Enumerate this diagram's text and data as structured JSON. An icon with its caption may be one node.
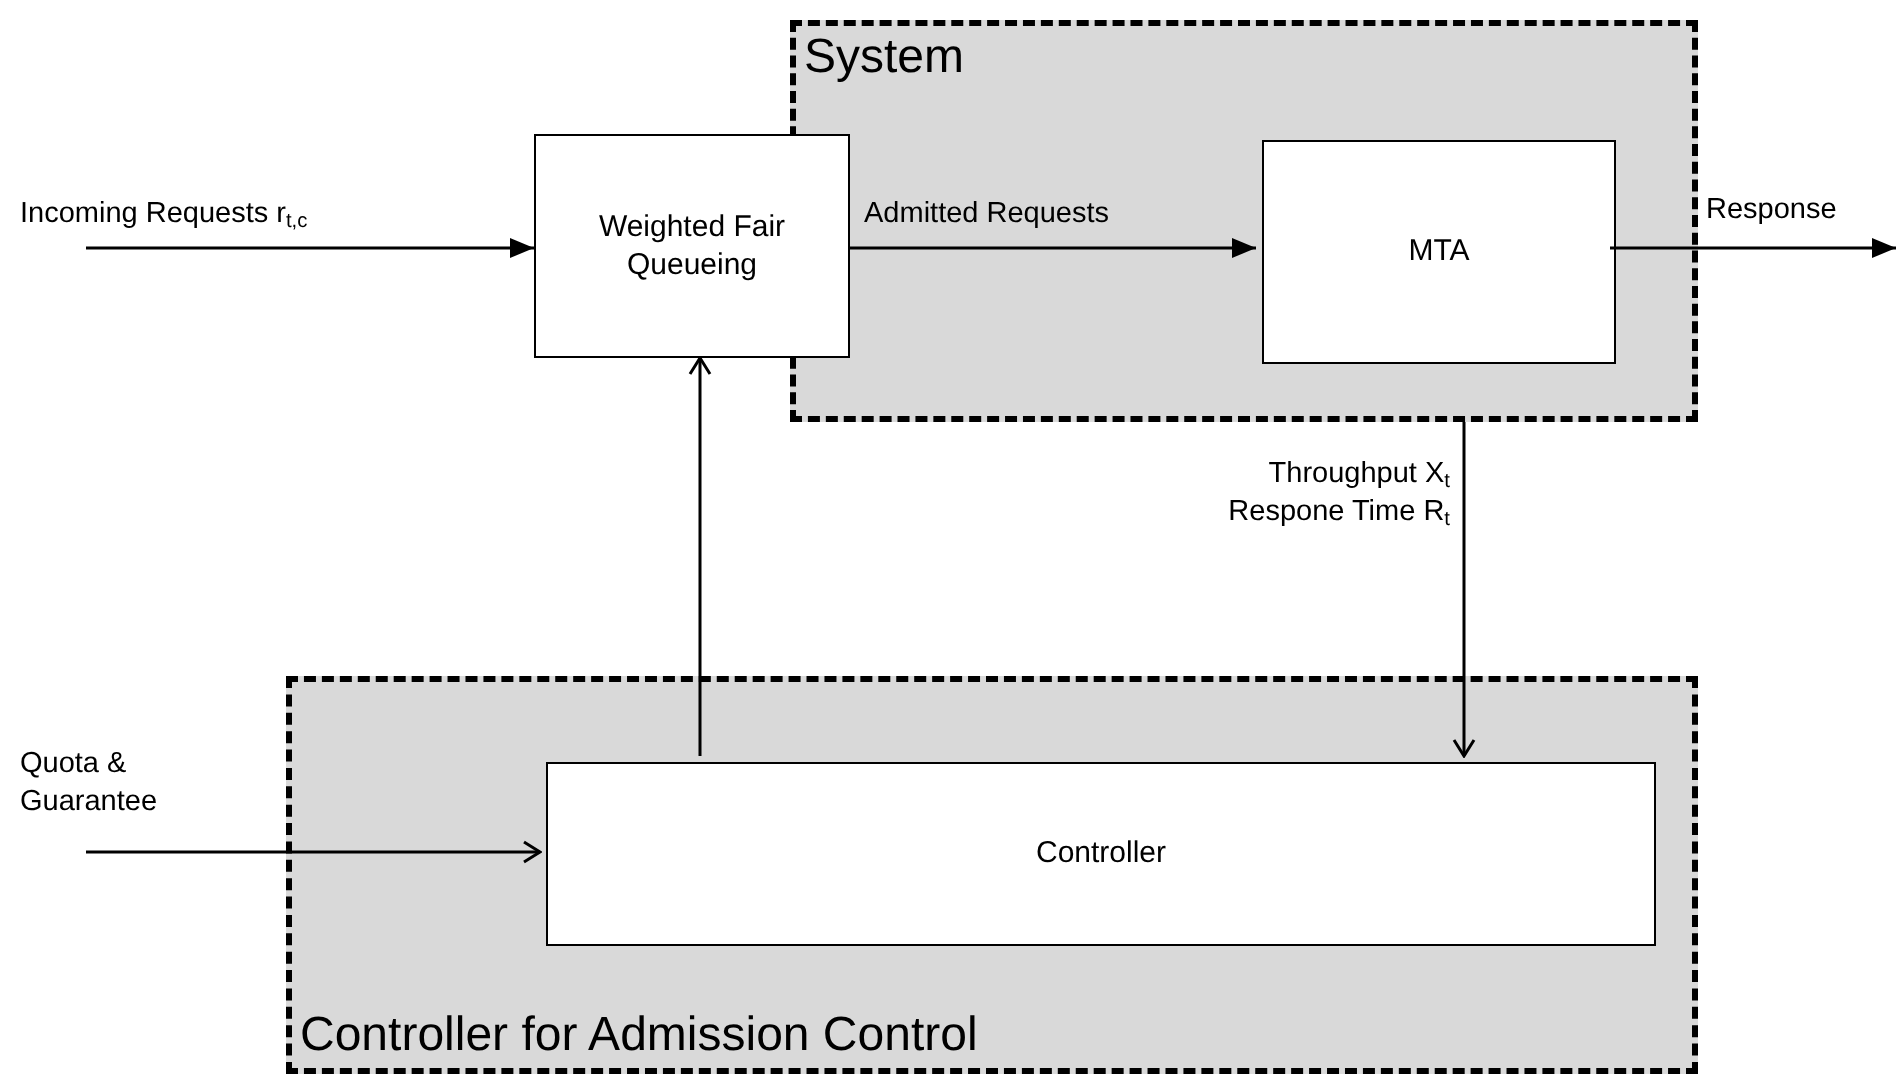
{
  "diagram": {
    "nodes": [
      {
        "text": [
          "System"
        ]
      },
      {
        "text": [
          "Weighted Fair Queueing"
        ]
      },
      {
        "text": [
          "MTA"
        ],
        "in": 0
      },
      {
        "text": [
          "Controller for Admission Control"
        ]
      },
      {
        "text": [
          "Controller"
        ],
        "in": 3
      }
    ],
    "edges": [
      {
        "from": null,
        "to": 1,
        "arrow": "to",
        "label": "Incoming Requests r$_{t,c}$"
      },
      {
        "from": 1,
        "to": 2,
        "arrow": "to",
        "label": "Admitted Requests"
      },
      {
        "from": 2,
        "to": null,
        "arrow": "to",
        "label": "Response"
      },
      {
        "from": 4,
        "to": 1,
        "arrow": "to"
      },
      {
        "from": 0,
        "to": 4,
        "arrow": "to",
        "label": "Throughput X$_{t}$ Respone Time R$_{t}$"
      },
      {
        "from": null,
        "to": 4,
        "arrow": "to",
        "label": "Quota & Guarantee"
      }
    ]
  }
}
